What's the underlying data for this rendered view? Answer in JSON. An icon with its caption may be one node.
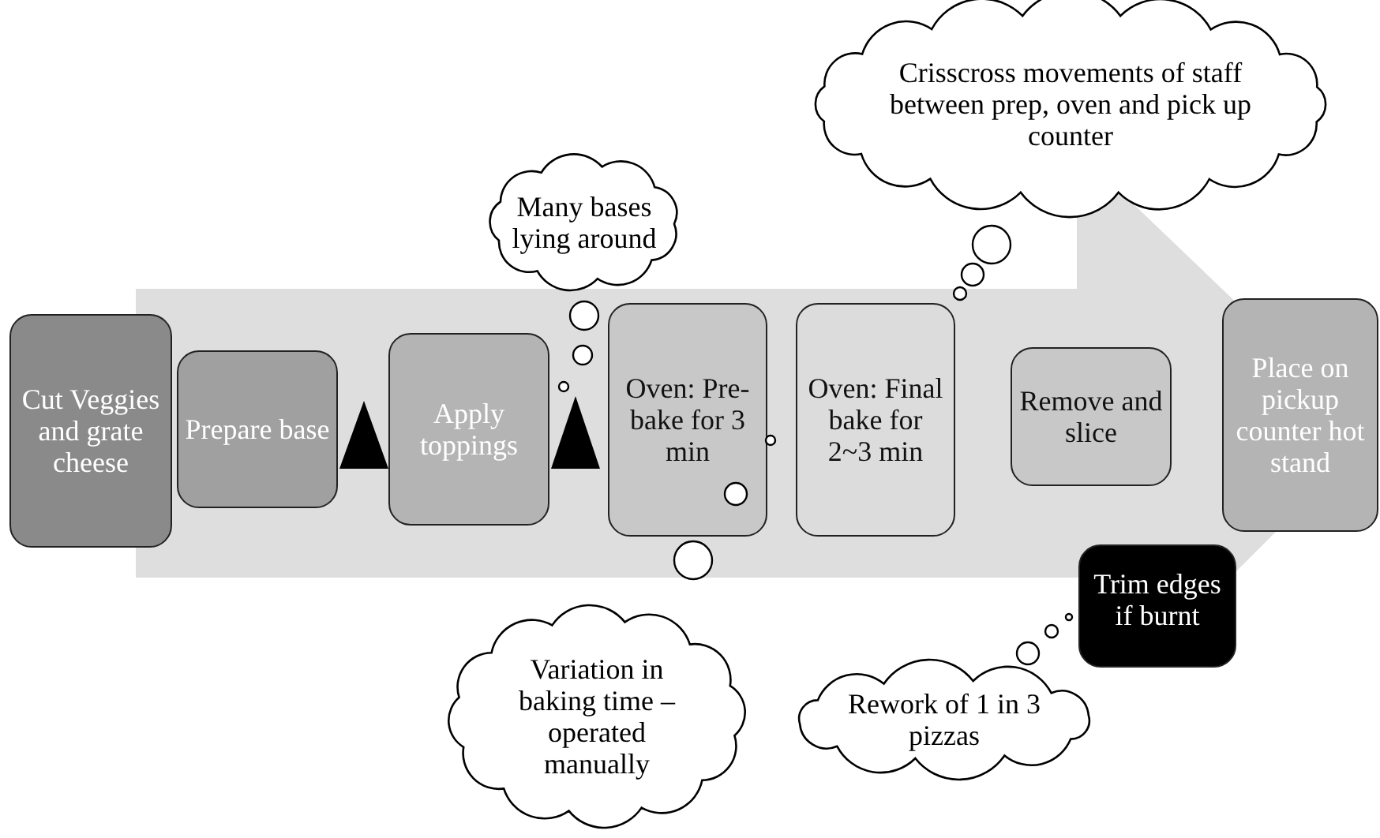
{
  "diagram": {
    "nodes": [
      {
        "text": [
          "Cut Veggies and grate cheese"
        ]
      },
      {
        "text": [
          "Prepare base"
        ]
      },
      {
        "text": [],
        "shape": "triangle"
      },
      {
        "text": [
          "Apply toppings"
        ]
      },
      {
        "text": [],
        "shape": "triangle"
      },
      {
        "text": [
          "Oven: Pre-bake for 3 min"
        ]
      },
      {
        "text": [
          "Oven: Final bake for 2~3 min"
        ]
      },
      {
        "text": [
          "Remove and slice"
        ]
      },
      {
        "text": [
          "Place on pickup counter hot stand"
        ]
      },
      {
        "text": [
          "Trim edges if burnt"
        ]
      },
      {
        "text": [
          "Many bases lying around"
        ]
      },
      {
        "text": [
          "Crisscross movements of staff between prep, oven and pick up counter"
        ]
      },
      {
        "text": [
          "Variation in baking time – operated manually"
        ]
      },
      {
        "text": [
          "Rework of 1 in 3 pizzas"
        ]
      }
    ]
  }
}
